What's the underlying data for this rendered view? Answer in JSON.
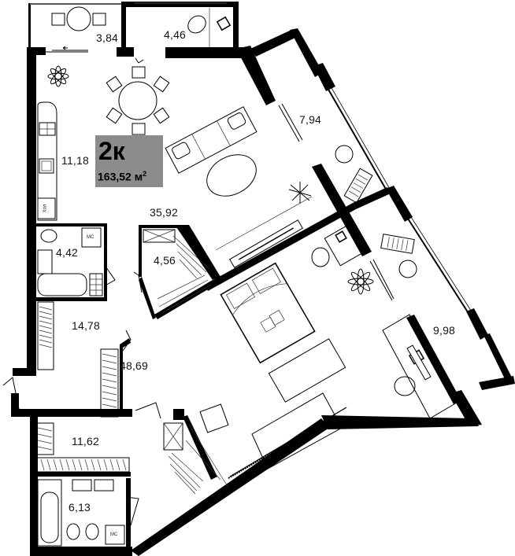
{
  "plan": {
    "apartment_type": "2к",
    "total_area": "163,52",
    "area_unit": "м",
    "area_unit_sup": "2",
    "badge_color": "#8c8c8c"
  },
  "rooms": [
    {
      "id": "balcony-left",
      "area": "3,84"
    },
    {
      "id": "balcony-top",
      "area": "4,46"
    },
    {
      "id": "kitchen",
      "area": "11,18"
    },
    {
      "id": "living-room",
      "area": "35,92"
    },
    {
      "id": "balcony-right-upper",
      "area": "7,94"
    },
    {
      "id": "bathroom-upper",
      "area": "4,42"
    },
    {
      "id": "wardrobe-small",
      "area": "4,56"
    },
    {
      "id": "hallway",
      "area": "14,78"
    },
    {
      "id": "bedroom",
      "area": "48,69"
    },
    {
      "id": "balcony-right-lower",
      "area": "9,98"
    },
    {
      "id": "dressing-room",
      "area": "11,62"
    },
    {
      "id": "bathroom-lower",
      "area": "6,13"
    }
  ],
  "fixtures": {
    "washing_machine_label": "МС",
    "fridge_label": "Хол"
  }
}
